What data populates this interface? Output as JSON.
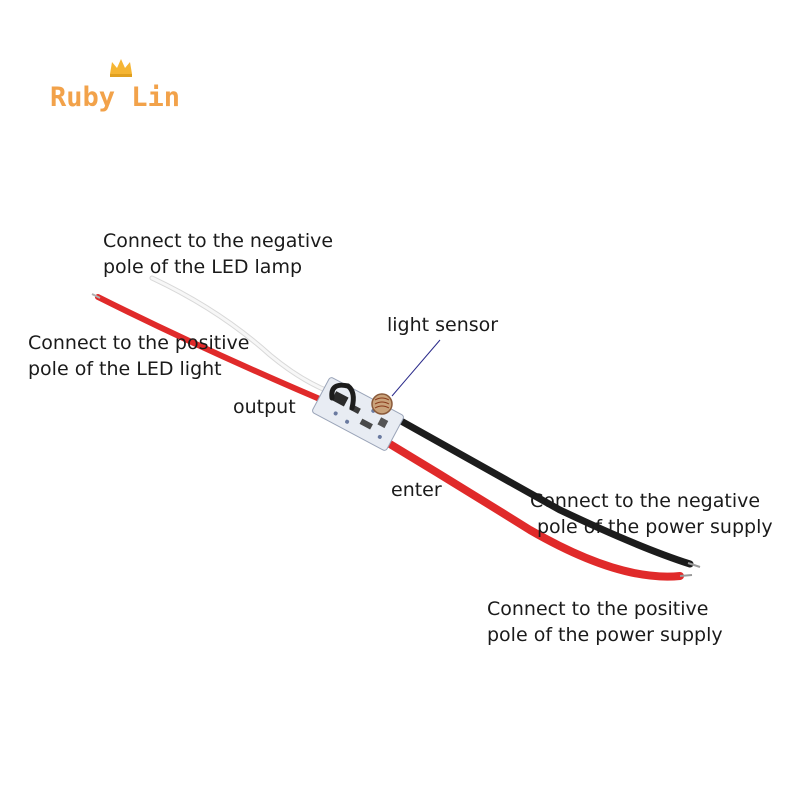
{
  "watermark": {
    "text": "Ruby Lin",
    "color": "#f2a24a",
    "crown_color": "#f5b533"
  },
  "labels": {
    "negative_led_line1": "Connect to the negative",
    "negative_led_line2": "pole of the LED lamp",
    "positive_led_line1": "Connect to the positive",
    "positive_led_line2": "pole of the LED light",
    "light_sensor": "light sensor",
    "output": "output",
    "enter": "enter",
    "negative_supply_line1": "Connect to the negative",
    "negative_supply_line2": "pole of the power supply",
    "positive_supply_line1": "Connect to the positive",
    "positive_supply_line2": "pole of the power supply"
  },
  "colors": {
    "red_wire": "#e02a2a",
    "black_wire": "#1c1c1c",
    "white_wire": "#eeeeee",
    "pcb": "#e8ecf3",
    "pointer_line": "#2a2a8a"
  }
}
